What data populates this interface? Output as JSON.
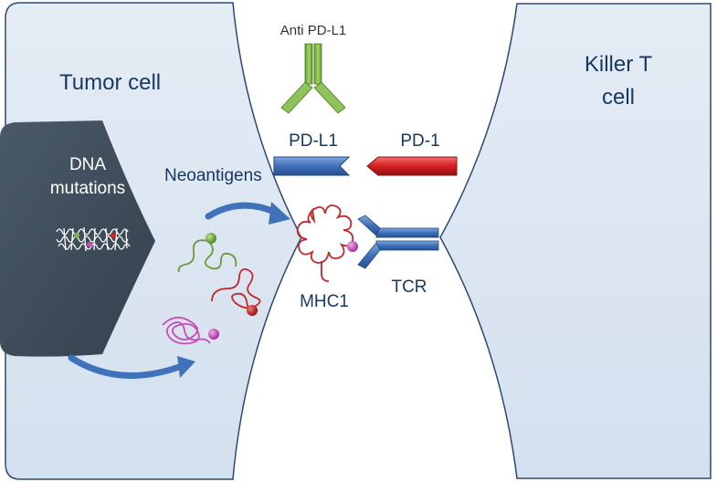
{
  "labels": {
    "tumor_cell": "Tumor cell",
    "killer_t_line1": "Killer T",
    "killer_t_line2": "cell",
    "dna_line1": "DNA",
    "dna_line2": "mutations",
    "neoantigens": "Neoantigens",
    "anti_pd_l1": "Anti PD-L1",
    "pd_l1": "PD-L1",
    "pd_1": "PD-1",
    "mhc1": "MHC1",
    "tcr": "TCR"
  },
  "colors": {
    "cell_fill": "#dde7f2",
    "cell_stroke": "#2c4a6e",
    "nucleus": "#3f4e5e",
    "pd_l1": "#4a7cc4",
    "pd_1": "#d42020",
    "antibody": "#7ab648",
    "mhc1": "#c0282c",
    "tcr": "#3c66b0",
    "arrow": "#3f72b8",
    "peptide_magenta": "#c84bb8",
    "peptide_green": "#6a9a3a",
    "peptide_red": "#c0282c"
  }
}
